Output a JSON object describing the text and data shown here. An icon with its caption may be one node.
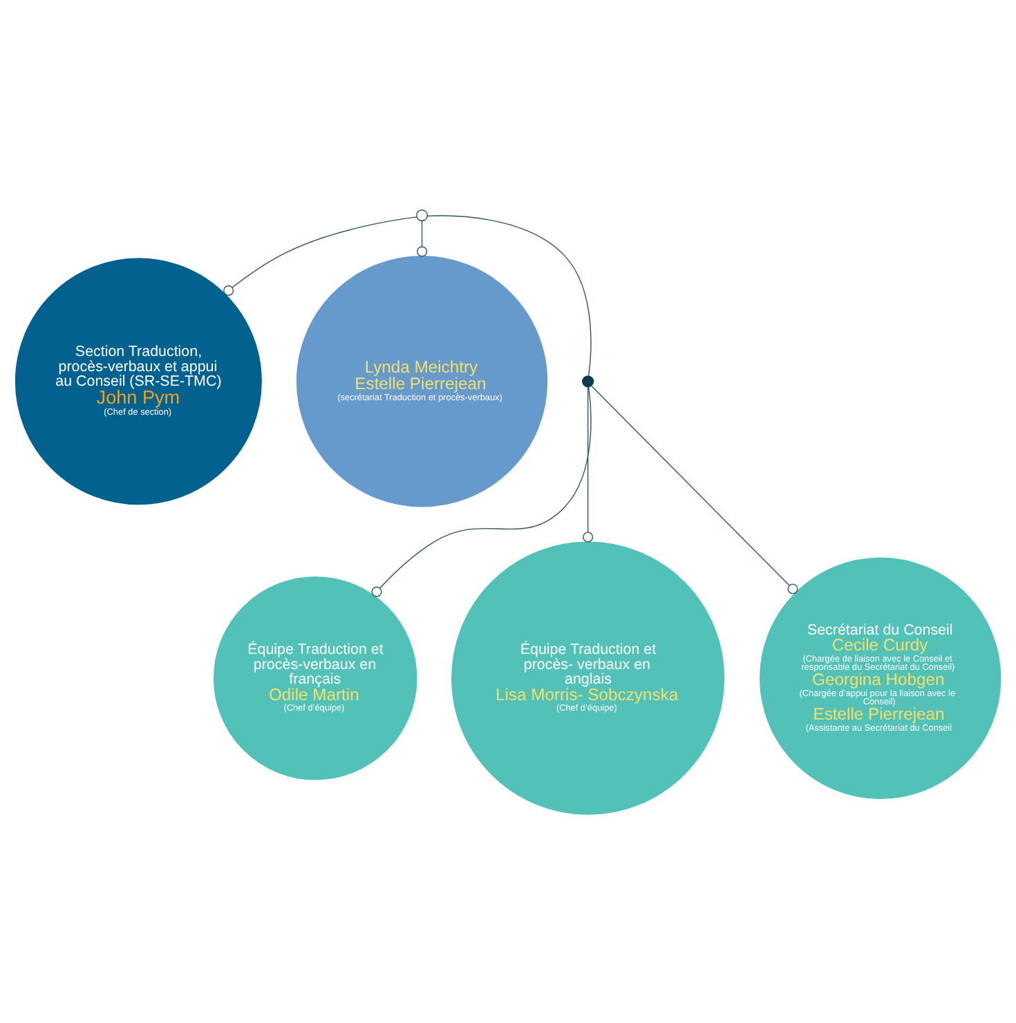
{
  "diagram": {
    "nodes": [
      {
        "text": [
          "Section Traduction, procès-verbaux et appui au Conseil (SR-SE-TMC)",
          "John Pym",
          "(Chef de section)"
        ]
      },
      {
        "text": [
          "Équipe Traduction et procès-verbaux en français",
          "Odile Martin",
          "(Chef d’équipe)"
        ]
      },
      {
        "text": [],
        "shape": "circle"
      },
      {
        "text": [
          "Lynda Meichtry",
          "Estelle Pierrejean",
          "(secrétariat Traduction et procès-verbaux)"
        ]
      },
      {
        "text": [],
        "shape": "circle"
      },
      {
        "text": [
          "Équipe Traduction et procès- verbaux en anglais",
          "Lisa Morris- Sobczynska",
          "(Chef d’équipe)"
        ]
      },
      {
        "text": [
          "Secrétariat du Conseil",
          "Cecile Curdy",
          "(Chargée de liaison avec le Conseil et responsable du Secrétariat du Conseil)",
          "Georgina Hobgen",
          "(Chargée d’appui pour la liaison avec le Conseil)",
          "Estelle Pierrejean",
          "(Assistante au Secrétariat du Conseil"
        ]
      }
    ],
    "edges": [
      {
        "from": 2,
        "to": 0,
        "arrow": "other"
      },
      {
        "from": 2,
        "to": 3,
        "arrow": "other"
      },
      {
        "from": 2,
        "to": 4,
        "arrow": "none"
      },
      {
        "from": 4,
        "to": 1,
        "arrow": "other"
      },
      {
        "from": 4,
        "to": 5,
        "arrow": "other"
      },
      {
        "from": 4,
        "to": 6,
        "arrow": "other"
      }
    ]
  }
}
